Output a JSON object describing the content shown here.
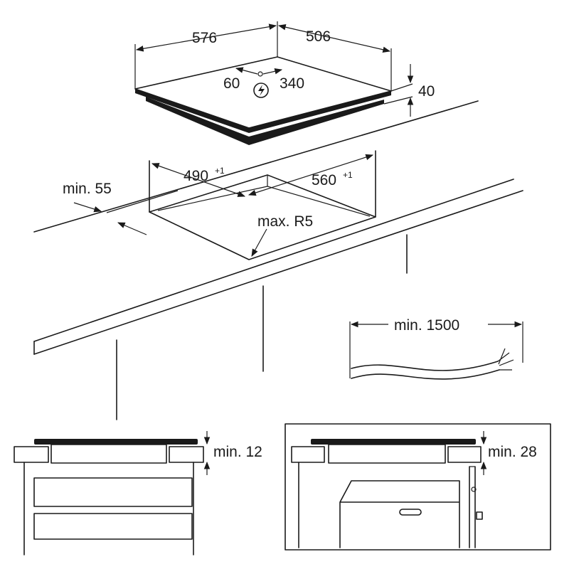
{
  "hob": {
    "width_label": "576",
    "depth_label": "506",
    "height_label": "40",
    "connection_offset_label": "60",
    "connection_depth_label": "340",
    "connection_icon": "lightning-bolt-icon"
  },
  "cutout": {
    "depth_label": "490",
    "depth_tolerance": "+1",
    "width_label": "560",
    "width_tolerance": "+1",
    "front_distance_label": "min. 55",
    "radius_label": "max. R5"
  },
  "cable": {
    "length_label": "min. 1500"
  },
  "details": {
    "left_clearance_label": "min. 12",
    "right_clearance_label": "min. 28"
  },
  "colors": {
    "line": "#1a1a1a",
    "fill_dark": "#1a1a1a",
    "background": "#ffffff"
  }
}
